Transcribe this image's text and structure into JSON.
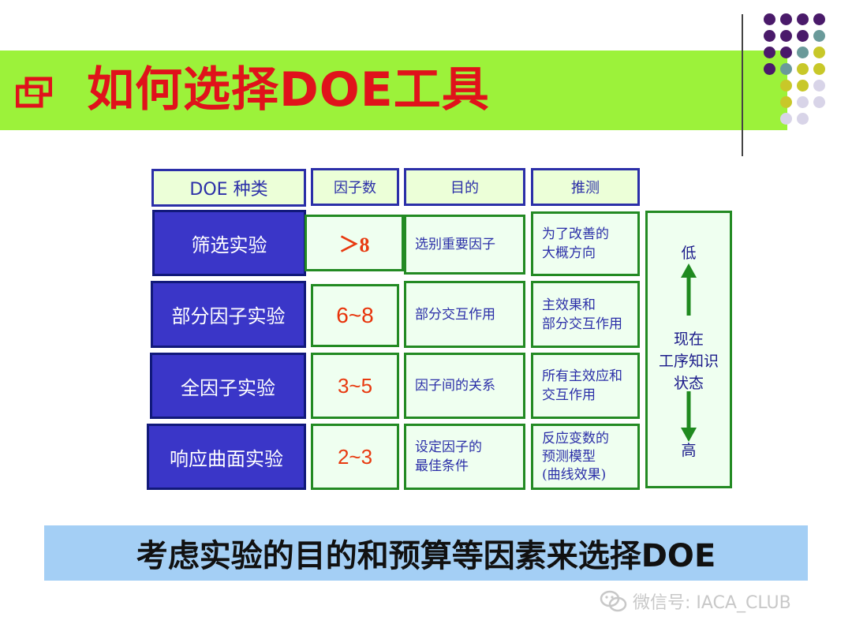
{
  "slide": {
    "title": "如何选择DOE工具",
    "conclusion": "考虑实验的目的和预算等因素来选择DOE",
    "watermark": "微信号: IACA_CLUB"
  },
  "table": {
    "headers": [
      "DOE 种类",
      "因子数",
      "目的",
      "推测"
    ],
    "rows": [
      {
        "type": "筛选实验",
        "factors": "＞8",
        "purpose": [
          "选别重要因子"
        ],
        "inference": [
          "为了改善的",
          "大概方向"
        ]
      },
      {
        "type": "部分因子实验",
        "factors": "6~8",
        "purpose": [
          "部分交互作用"
        ],
        "inference": [
          "主效果和",
          "部分交互作用"
        ]
      },
      {
        "type": "全因子实验",
        "factors": "3~5",
        "purpose": [
          "因子间的关系"
        ],
        "inference": [
          "所有主效应和",
          "交互作用"
        ]
      },
      {
        "type": "响应曲面实验",
        "factors": "2~3",
        "purpose": [
          "设定因子的",
          "最佳条件"
        ],
        "inference": [
          "反应变数的",
          "预测模型",
          "(曲线效果)"
        ]
      }
    ],
    "side": {
      "top": "低",
      "middle": [
        "现在",
        "工序知识",
        "状态"
      ],
      "bottom": "高"
    }
  },
  "colors": {
    "title_bar": "#9cf23a",
    "title_text": "#e0121b",
    "row_label_bg": "#3a36c8",
    "cell_border": "#238a23",
    "header_border": "#2b2fa8",
    "conclusion_bar": "#a4cff5",
    "number_text": "#e83a10"
  },
  "icons": {
    "title_bullet": "window-bullet-icon",
    "watermark": "wechat-icon",
    "arrows": "arrow-up-icon, arrow-down-icon"
  }
}
